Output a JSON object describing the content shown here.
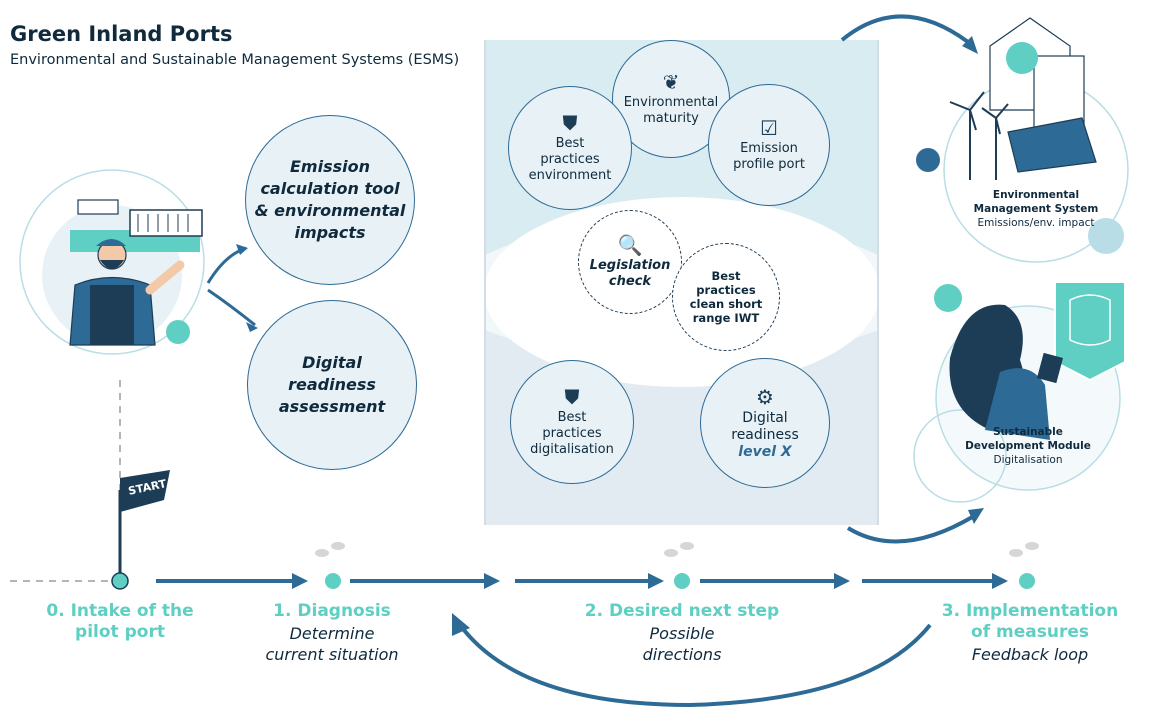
{
  "header": {
    "title": "Green Inland Ports",
    "subtitle": "Environmental and Sustainable Management Systems (ESMS)"
  },
  "diagnosis_tools": {
    "emission_tool": [
      "Emission",
      "calculation tool",
      "& environmental",
      "impacts"
    ],
    "digital_assessment": [
      "Digital",
      "readiness",
      "assessment"
    ]
  },
  "options": {
    "env_maturity": [
      "Environmental",
      "maturity"
    ],
    "best_practices_env": [
      "Best",
      "practices",
      "environment"
    ],
    "emission_profile": [
      "Emission",
      "profile port"
    ],
    "legislation": [
      "Legislation",
      "check"
    ],
    "best_practices_iwt": [
      "Best",
      "practices",
      "clean short",
      "range IWT"
    ],
    "best_practices_dig": [
      "Best",
      "practices",
      "digitalisation"
    ],
    "digital_level": [
      "Digital",
      "readiness"
    ],
    "digital_level_x": "level X"
  },
  "outcomes": {
    "ems_title": [
      "Environmental",
      "Management System"
    ],
    "ems_sub": "Emissions/env. impact",
    "sdm_title": [
      "Sustainable",
      "Development Module"
    ],
    "sdm_sub": "Digitalisation"
  },
  "start_flag": "START",
  "stages": [
    {
      "title": [
        "0. Intake of the",
        "pilot port"
      ],
      "sub": []
    },
    {
      "title": [
        "1. Diagnosis"
      ],
      "sub": [
        "Determine",
        "current situation"
      ]
    },
    {
      "title": [
        "2. Desired next step"
      ],
      "sub": [
        "Possible",
        "directions"
      ]
    },
    {
      "title": [
        "3. Implementation",
        "of measures"
      ],
      "sub": [
        "Feedback loop"
      ]
    }
  ],
  "colors": {
    "navy": "#0f2a3d",
    "blue": "#2d6a95",
    "teal": "#5ecfc2",
    "panel": "#e8f2f6"
  },
  "icons": [
    "port-worker-illustration",
    "shield-star-icon",
    "sprout-icon",
    "checklist-icon",
    "document-magnifier-icon",
    "gears-icon",
    "wind-solar-illustration",
    "woman-tablet-illustration",
    "start-flag-icon",
    "footprints-icon"
  ]
}
